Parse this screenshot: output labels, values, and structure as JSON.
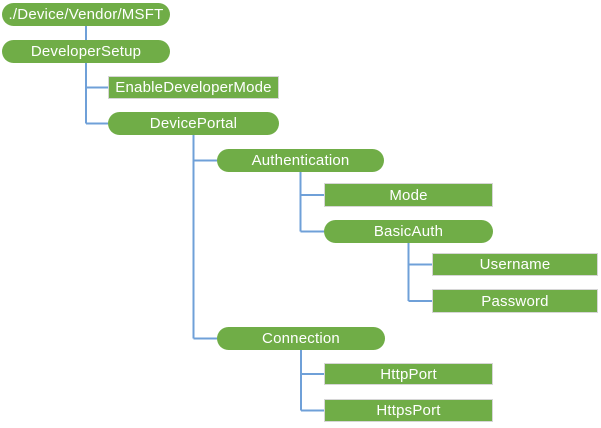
{
  "diagram": {
    "type": "tree"
  },
  "colors": {
    "node_fill": "#70AD47",
    "node_text": "#FFFFFF",
    "connector": "#6FA0D8",
    "rect_border": "#D6D6D6",
    "background": "#FFFFFF"
  },
  "nodes": [
    {
      "id": "root",
      "label": "./Device/Vendor/MSFT",
      "shape": "pill",
      "parent": null
    },
    {
      "id": "developer-setup",
      "label": "DeveloperSetup",
      "shape": "pill",
      "parent": "root"
    },
    {
      "id": "enable-developer-mode",
      "label": "EnableDeveloperMode",
      "shape": "rect",
      "parent": "developer-setup"
    },
    {
      "id": "device-portal",
      "label": "DevicePortal",
      "shape": "pill",
      "parent": "developer-setup"
    },
    {
      "id": "authentication",
      "label": "Authentication",
      "shape": "pill",
      "parent": "device-portal"
    },
    {
      "id": "mode",
      "label": "Mode",
      "shape": "rect",
      "parent": "authentication"
    },
    {
      "id": "basic-auth",
      "label": "BasicAuth",
      "shape": "pill",
      "parent": "authentication"
    },
    {
      "id": "username",
      "label": "Username",
      "shape": "rect",
      "parent": "basic-auth"
    },
    {
      "id": "password",
      "label": "Password",
      "shape": "rect",
      "parent": "basic-auth"
    },
    {
      "id": "connection",
      "label": "Connection",
      "shape": "pill",
      "parent": "device-portal"
    },
    {
      "id": "http-port",
      "label": "HttpPort",
      "shape": "rect",
      "parent": "connection"
    },
    {
      "id": "https-port",
      "label": "HttpsPort",
      "shape": "rect",
      "parent": "connection"
    }
  ]
}
